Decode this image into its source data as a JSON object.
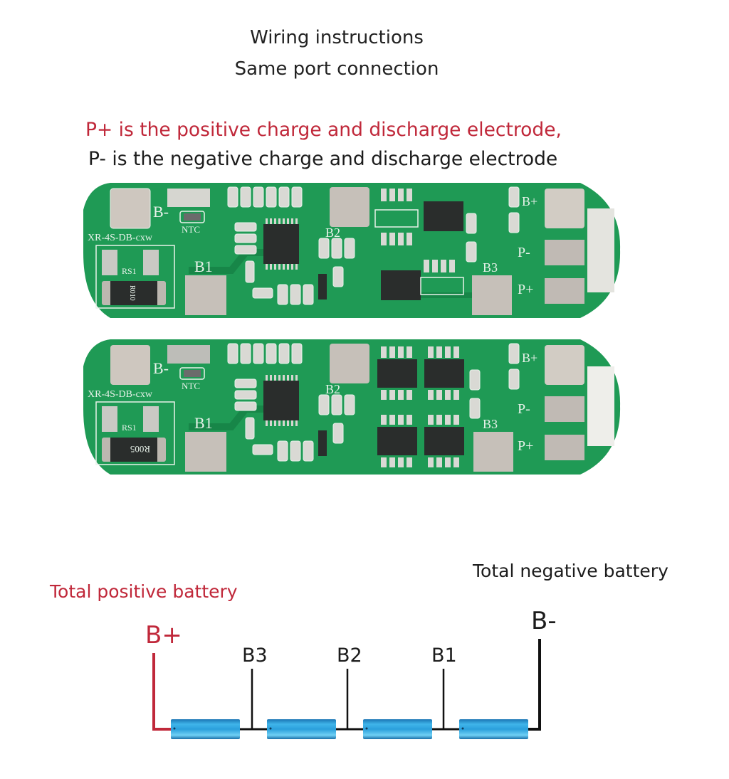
{
  "header": {
    "title_line1": "Wiring instructions",
    "title_line2": "Same port connection",
    "note_positive": "P+ is the positive charge and discharge electrode,",
    "note_negative": "P- is the negative charge and discharge electrode"
  },
  "boards": [
    {
      "id": "board-top",
      "model_text": "XR-4S-DB-cxw",
      "shunt_label": "RS1",
      "shunt_marking": "R010",
      "ntc_label": "NTC",
      "pad_labels": {
        "b_minus": "B-",
        "b1": "B1",
        "b2": "B2",
        "b3": "B3",
        "b_plus": "B+",
        "p_minus": "P-",
        "p_plus": "P+"
      },
      "mosfet_count": 2
    },
    {
      "id": "board-bottom",
      "model_text": "XR-4S-DB-cxw",
      "shunt_label": "RS1",
      "shunt_marking": "R005",
      "ntc_label": "NTC",
      "pad_labels": {
        "b_minus": "B-",
        "b1": "B1",
        "b2": "B2",
        "b3": "B3",
        "b_plus": "B+",
        "p_minus": "P-",
        "p_plus": "P+"
      },
      "mosfet_count": 4
    }
  ],
  "wiring": {
    "total_positive_label": "Total positive battery",
    "total_negative_label": "Total negative battery",
    "b_plus": "B+",
    "b_minus": "B-",
    "taps": [
      "B3",
      "B2",
      "B1"
    ],
    "cell_count": 4
  },
  "colors": {
    "pcb_green": "#1f9a55",
    "silk": "#e8f2ea",
    "pad_silver": "#c9c3bb",
    "ic_black": "#2a2d2c",
    "positive_red": "#c0283a",
    "cell_blue": "#2ea3dc",
    "text_dark": "#1c1c1c"
  }
}
